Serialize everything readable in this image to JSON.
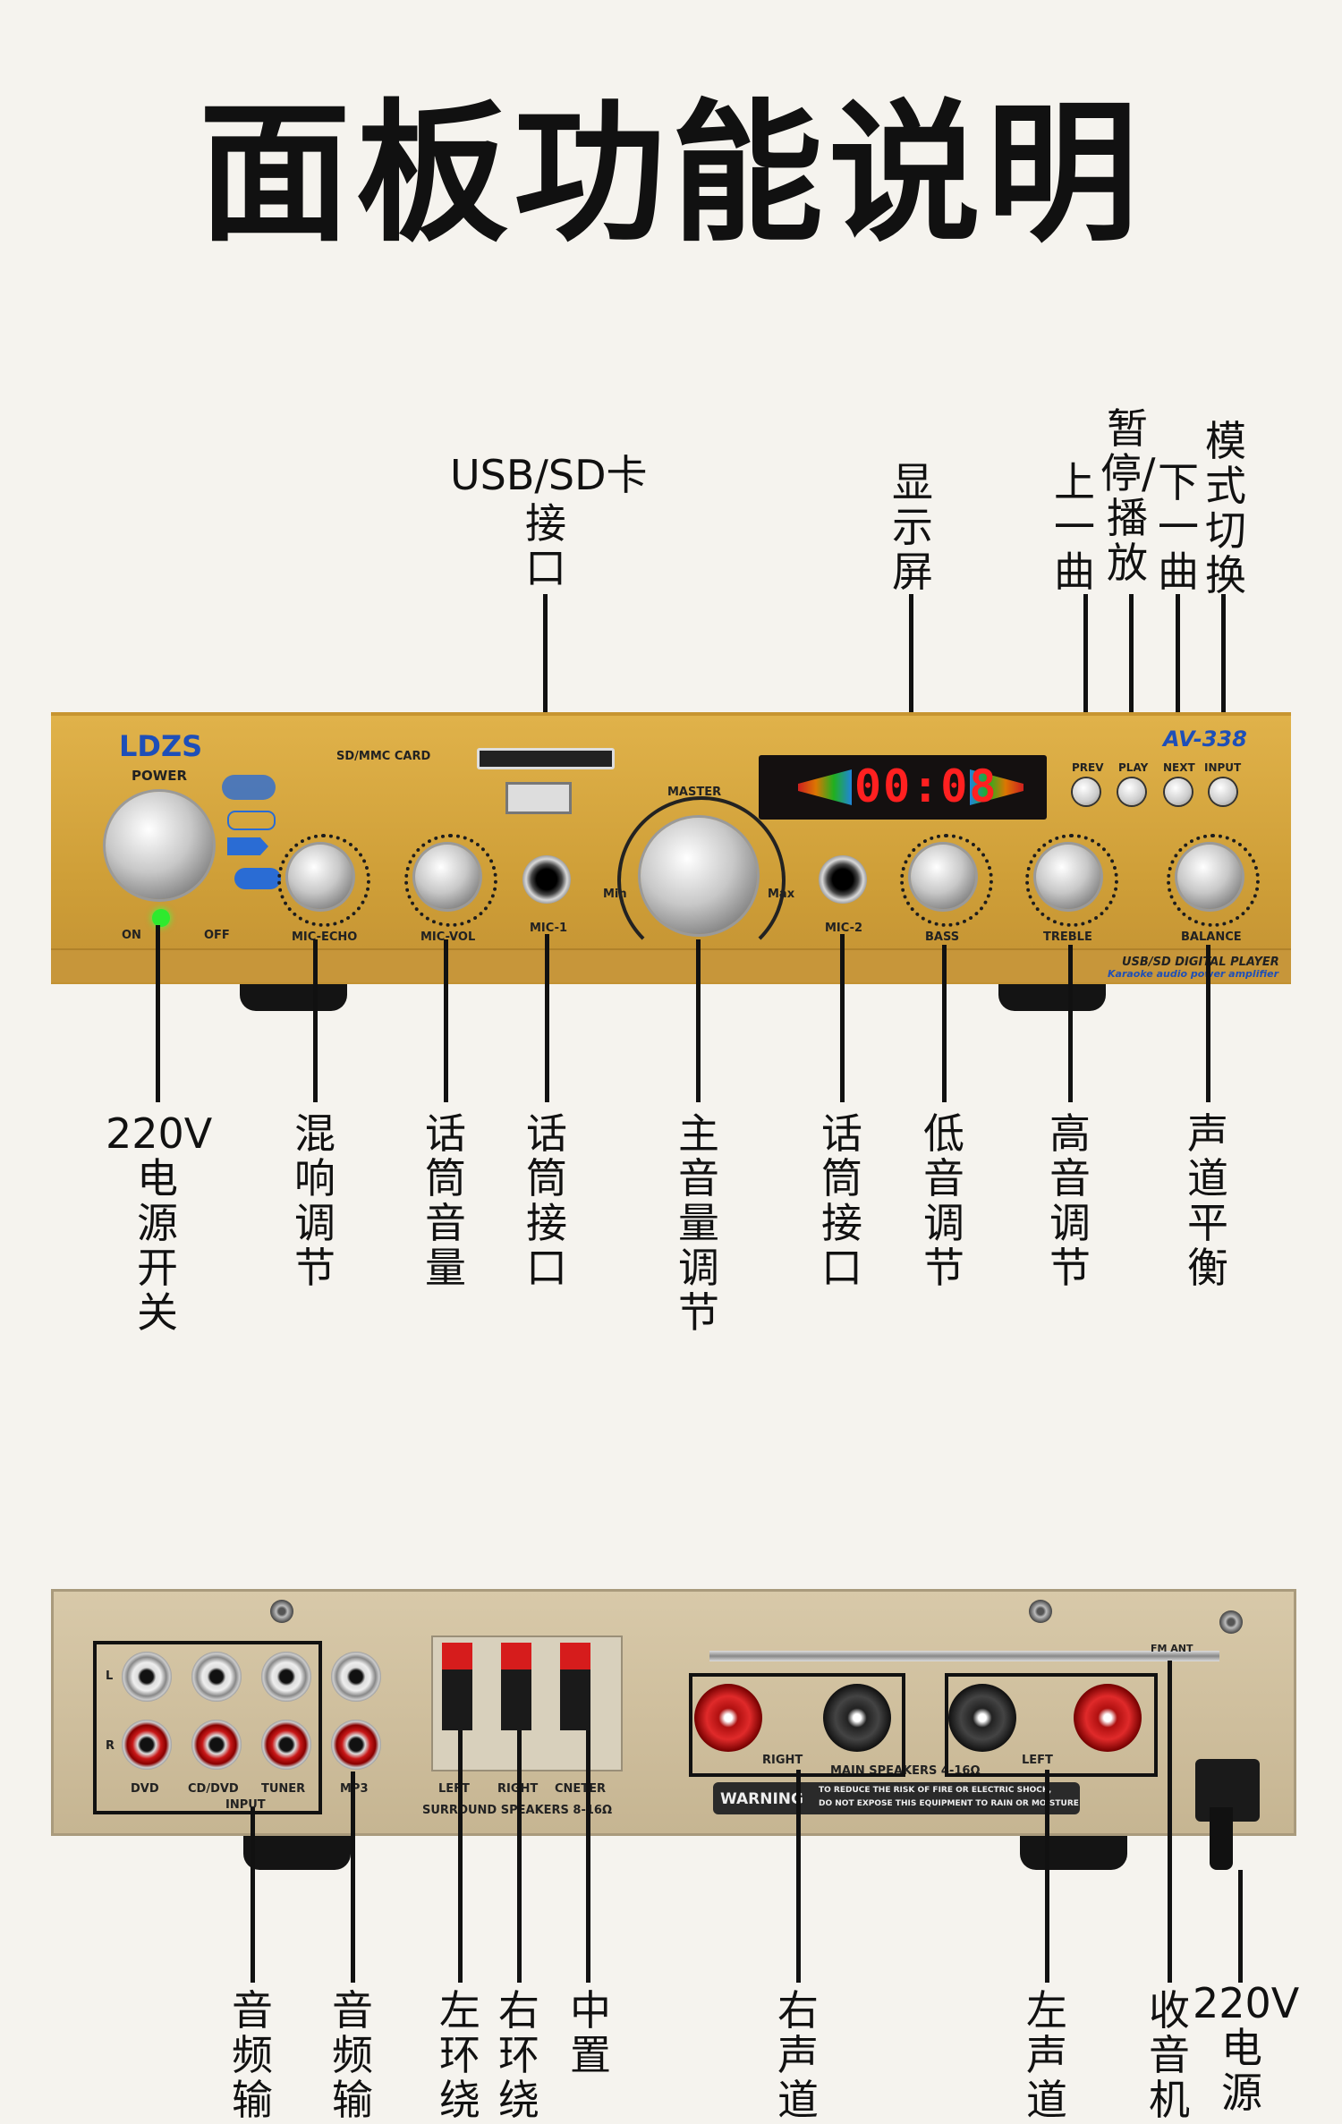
{
  "title": "面板功能说明",
  "front_panel": {
    "brand": "LDZS",
    "power_text": "POWER",
    "model": "AV-338",
    "card_slot_text": "SD/MMC CARD",
    "master_text": "MASTER",
    "min_text": "Min",
    "max_text": "Max",
    "display_digits": "00:08",
    "on_text": "ON",
    "off_text": "OFF",
    "knob_labels": [
      "MIC-ECHO",
      "MIC-VOL",
      "MIC-1",
      "MIC-2",
      "BASS",
      "TREBLE",
      "BALANCE"
    ],
    "button_labels": [
      "PREV",
      "PLAY",
      "NEXT",
      "INPUT"
    ],
    "footer_line1": "USB/SD DIGITAL PLAYER",
    "footer_line2": "Karaoke audio power amplifier"
  },
  "front_top_labels": {
    "usb_sd": "USB/SD卡接口",
    "usb_sd_line1": "USB/SD卡",
    "usb_sd_line2": "接口",
    "display": "显示屏",
    "prev": "上一曲",
    "play": "暂停/播放",
    "next": "下一曲",
    "mode": "模式切换"
  },
  "front_bottom_labels": {
    "power": "220V电源开关",
    "power_line1": "220V",
    "power_line2": "电源开关",
    "reverb": "混响调节",
    "mic_vol": "话筒音量",
    "mic1": "话筒接口",
    "master": "主音量调节",
    "mic2": "话筒接口",
    "bass": "低音调节",
    "treble": "高音调节",
    "balance": "声道平衡"
  },
  "back_panel": {
    "input_labels": [
      "DVD",
      "CD/DVD",
      "TUNER",
      "MP3"
    ],
    "input_text": "INPUT",
    "l_text": "L",
    "r_text": "R",
    "surround_labels": [
      "LEFT",
      "RIGHT",
      "CNETER"
    ],
    "surround_text": "SURROUND SPEAKERS 8-16Ω",
    "right_text": "RIGHT",
    "left_text": "LEFT",
    "main_speakers_text": "MAIN SPEAKERS 4-16Ω",
    "fm_text": "FM ANT",
    "warning_title": "WARNING",
    "warning_line1": "TO REDUCE THE RISK OF FIRE OR ELECTRIC SHOCK,",
    "warning_line2": "DO NOT EXPOSE THIS EQUIPMENT TO RAIN OR MOISTURE"
  },
  "back_bottom_labels": {
    "audio_in_1": "音频输",
    "audio_in_2": "音频输",
    "left_surround": "左环绕",
    "right_surround": "右环绕",
    "center": "中置",
    "right_channel": "右声道",
    "left_channel": "左声道",
    "radio": "收音机",
    "power_220_line1": "220V",
    "power_220_line2": "电源"
  }
}
